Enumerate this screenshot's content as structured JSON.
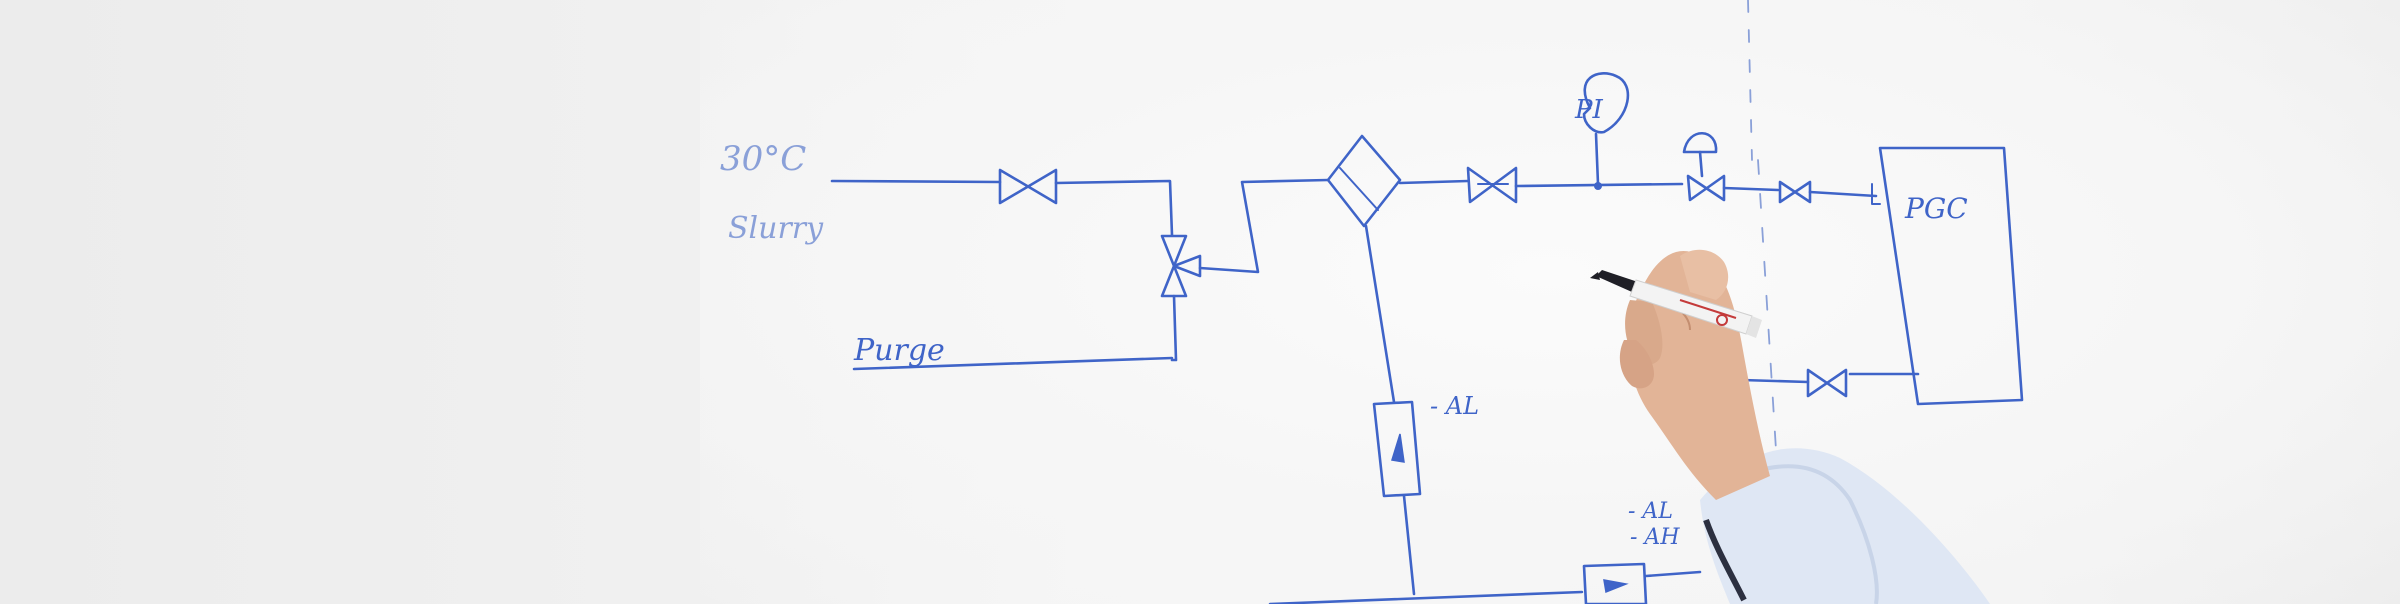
{
  "scene": {
    "description_free": true
  },
  "labels": {
    "temp": "30°C",
    "slurry": "Slurry",
    "purge": "Purge",
    "pi": "PI",
    "pgc": "PGC",
    "al_upper": "- AL",
    "al_lower": "- AL",
    "ah_lower": "- AH"
  },
  "colors": {
    "ink": "#3f64c8",
    "ink_faint": "#8aa0d8",
    "board": "#f6f6f6",
    "skin": "#e3b79a",
    "sleeve": "#dde6f3",
    "marker_body": "#f2f2f2",
    "marker_cap": "#2a2a33"
  },
  "icons": {
    "valve": "gate-valve-icon",
    "three_way_valve": "three-way-valve-icon",
    "filter": "filter-diamond-icon",
    "gauge": "pressure-indicator-icon",
    "control_valve": "control-valve-icon"
  }
}
